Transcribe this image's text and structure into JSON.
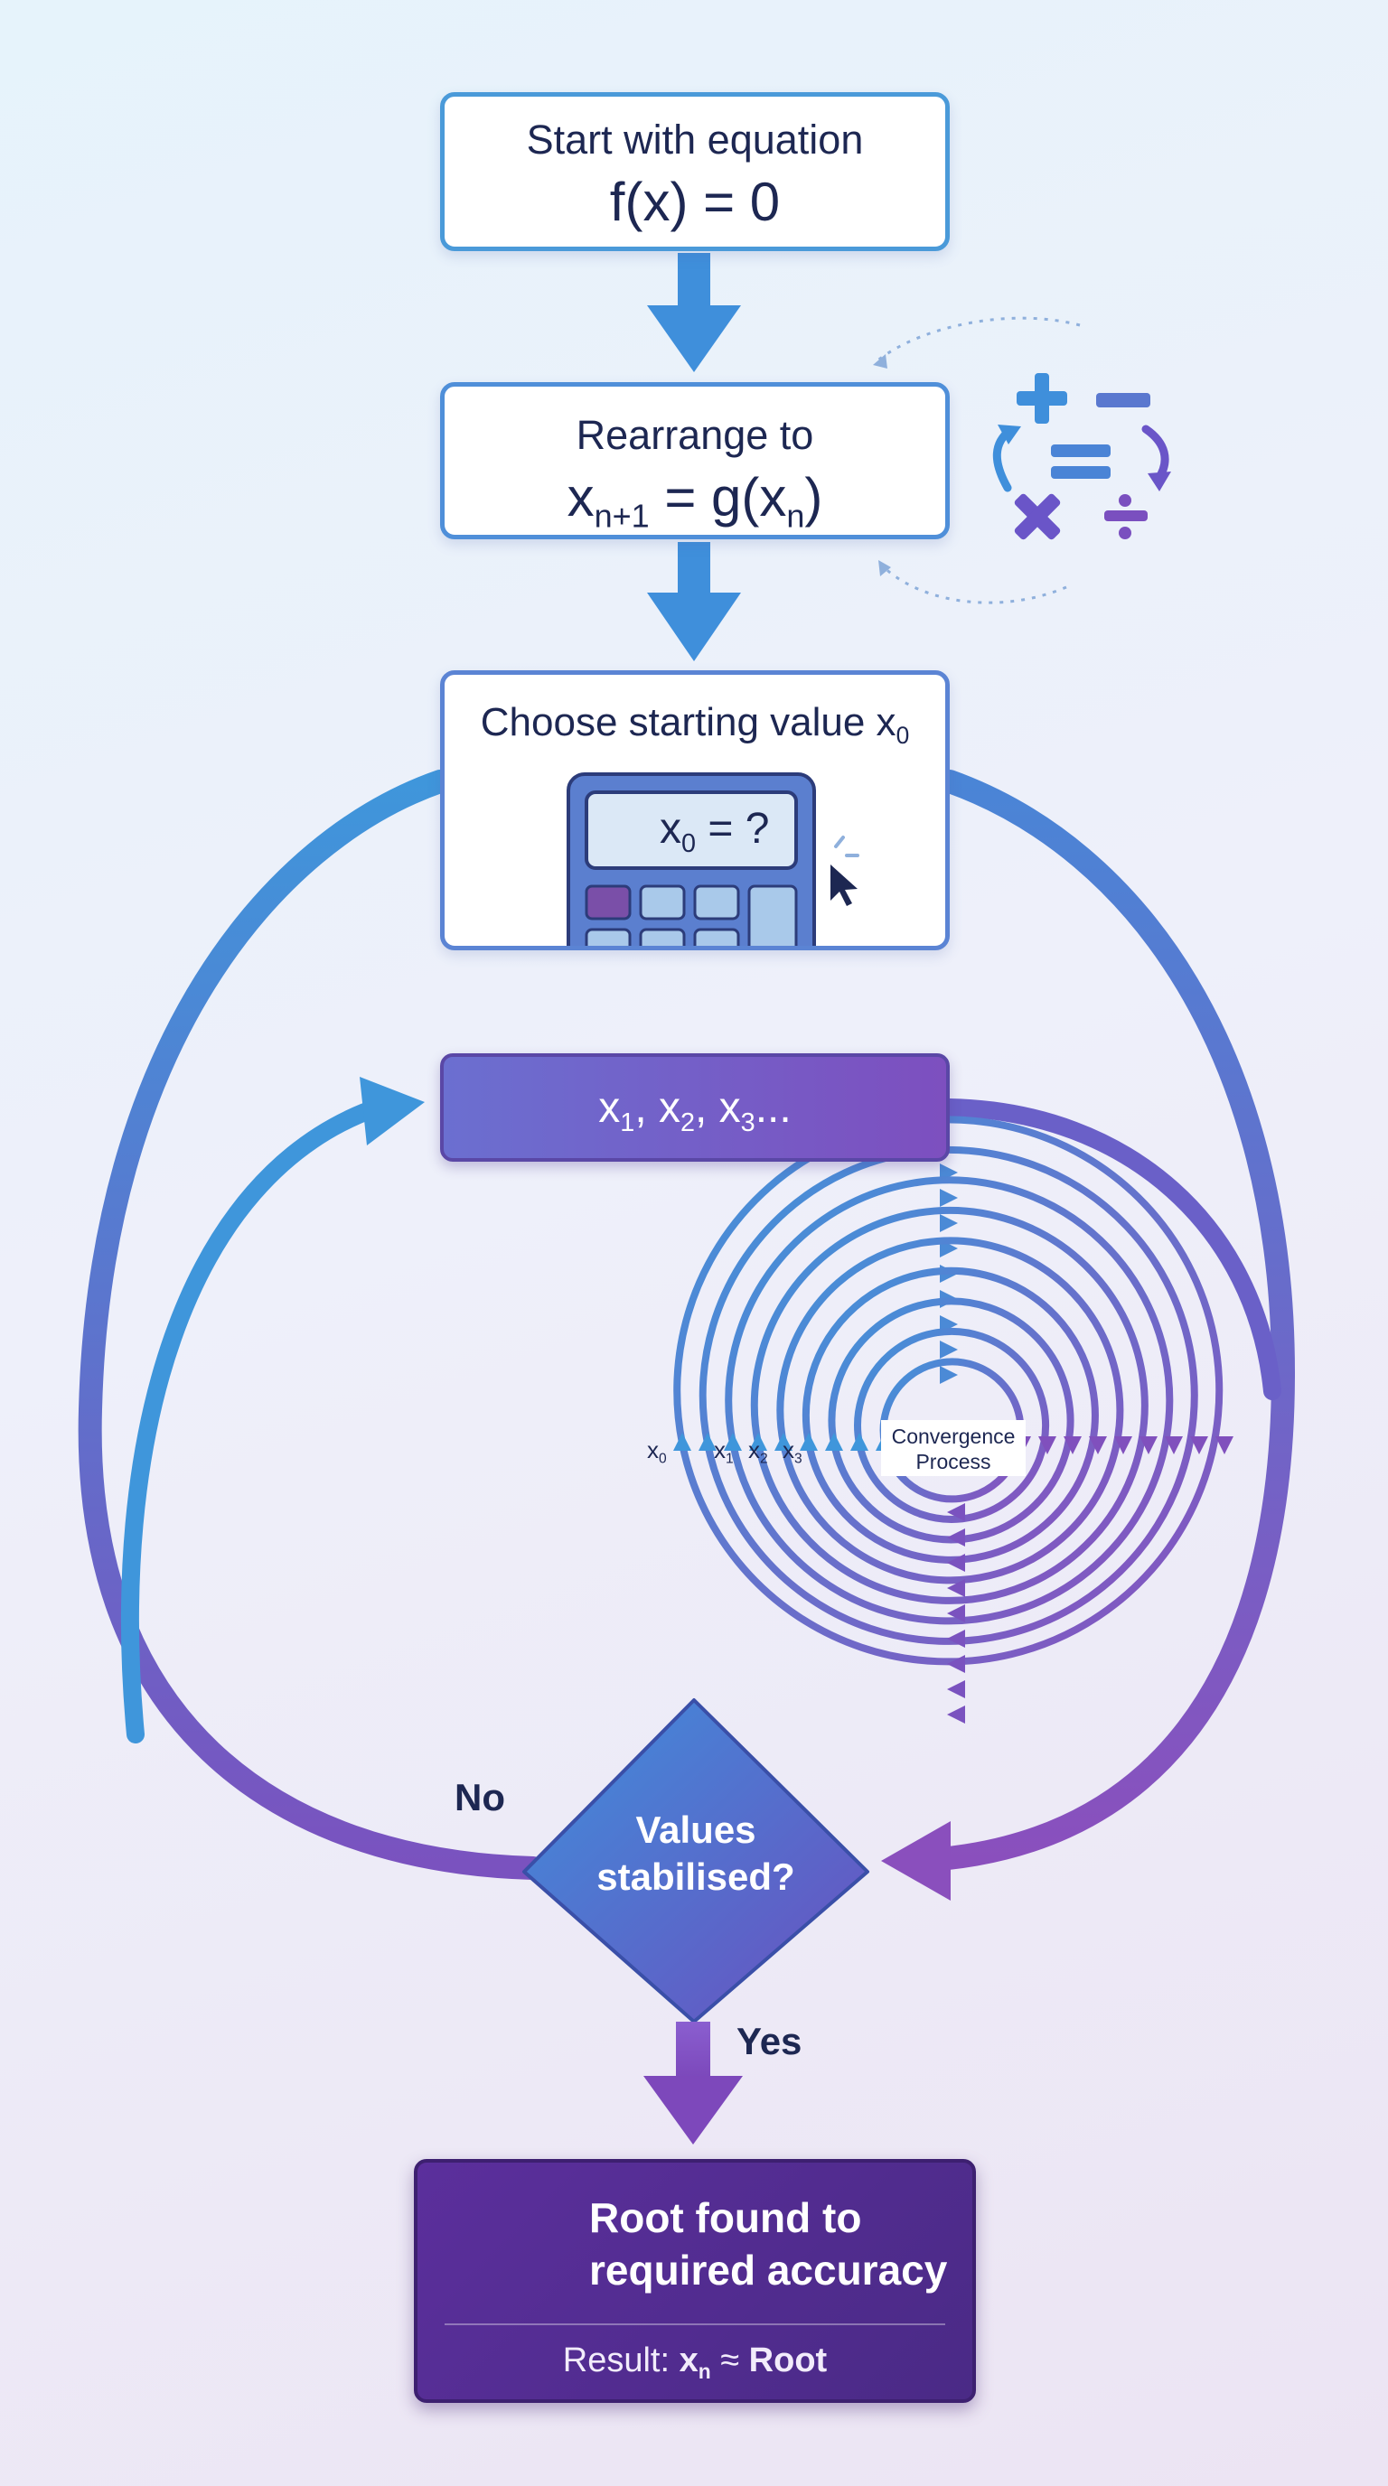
{
  "steps": {
    "start": {
      "line1": "Start with equation",
      "line2": "f(x) = 0"
    },
    "rearrange": {
      "line1": "Rearrange to",
      "x": "x",
      "sub1": "n+1",
      "eq": " = g(x",
      "sub2": "n",
      "close": ")"
    },
    "choose": {
      "text": "Choose starting value x",
      "sub": "0"
    },
    "calculate": {
      "x": "x",
      "sub1": "1",
      "sep1": ", x",
      "sub2": "2",
      "sep2": ", x",
      "sub3": "3",
      "tail": "..."
    }
  },
  "calculator": {
    "display_x": "x",
    "display_sub": "0",
    "display_eq": " = ?"
  },
  "convergence": {
    "label": "Convergence Process",
    "iterates": [
      {
        "x": "x",
        "sub": "0"
      },
      {
        "x": "x",
        "sub": "1"
      },
      {
        "x": "x",
        "sub": "2"
      },
      {
        "x": "x",
        "sub": "3"
      }
    ]
  },
  "decision": {
    "text": "Values stabilised?",
    "no_label": "No",
    "yes_label": "Yes"
  },
  "result": {
    "title": "Root found to required accuracy",
    "prefix": "Result: ",
    "x": "x",
    "sub": "n",
    "approx": " ≈ ",
    "value": "Root"
  },
  "colors": {
    "blue": "#3f8fdb",
    "purple": "#7b4fbf",
    "dark_purple": "#4a2a86",
    "text": "#1d2752"
  },
  "icons": [
    "plus-icon",
    "minus-icon",
    "equals-icon",
    "multiply-icon",
    "divide-icon",
    "calculator-icon",
    "cursor-icon",
    "checkmark-icon"
  ]
}
